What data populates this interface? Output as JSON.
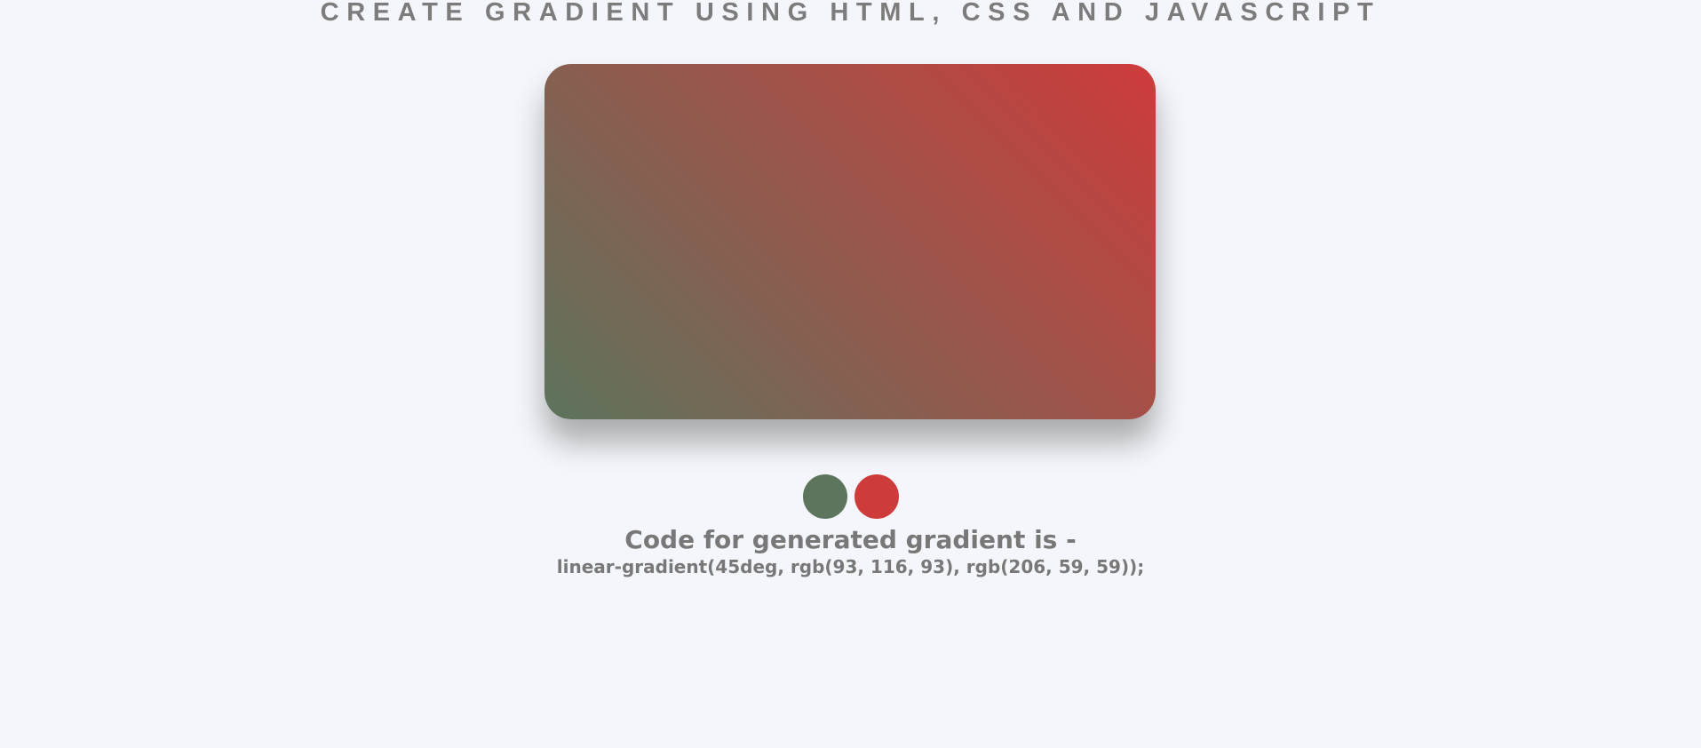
{
  "header": {
    "title": "CREATE GRADIENT USING HTML, CSS AND JAVASCRIPT"
  },
  "gradient": {
    "angle": "45deg",
    "color1": "#5d745d",
    "color2": "#ce3b3b"
  },
  "pickers": [
    {
      "name": "color-picker-1",
      "color": "#5d745d"
    },
    {
      "name": "color-picker-2",
      "color": "#ce3b3b"
    }
  ],
  "output": {
    "title": "Code for generated gradient is -",
    "code": "linear-gradient(45deg, rgb(93, 116, 93), rgb(206, 59, 59));"
  }
}
